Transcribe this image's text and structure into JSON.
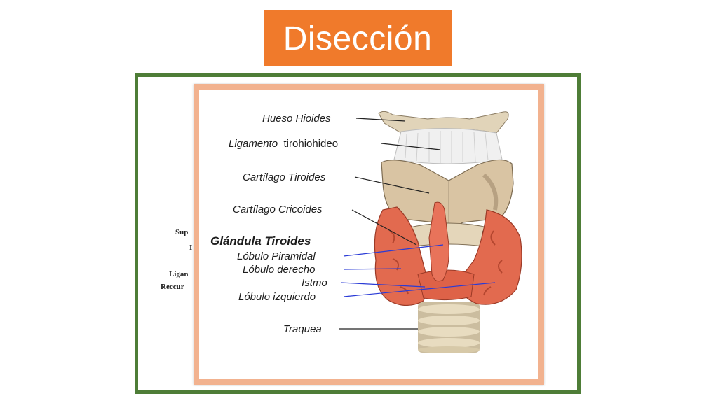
{
  "slide": {
    "title": "Disección"
  },
  "side_labels": [
    "Sup",
    "I",
    "Ligan",
    "Reccur"
  ],
  "diagram": {
    "labels": {
      "hyoid": "Hueso Hioides",
      "ligament_italic": "Ligamento",
      "ligament_upright": "tirohiohideo",
      "thyroid_cartilage": "Cartílago Tiroides",
      "cricoid_cartilage": "Cartílago Cricoides",
      "gland": "Glándula Tiroides",
      "pyramidal_lobe": "Lóbulo Piramidal",
      "right_lobe": "Lóbulo derecho",
      "isthmus": "Istmo",
      "left_lobe": "Lóbulo izquierdo",
      "trachea": "Traquea"
    }
  },
  "colors": {
    "title_bg": "#f07a2b",
    "green_border": "#4e7d37",
    "peach_border": "#f2b28f",
    "gland": "#e26a4f",
    "cartilage": "#d9c4a3"
  }
}
